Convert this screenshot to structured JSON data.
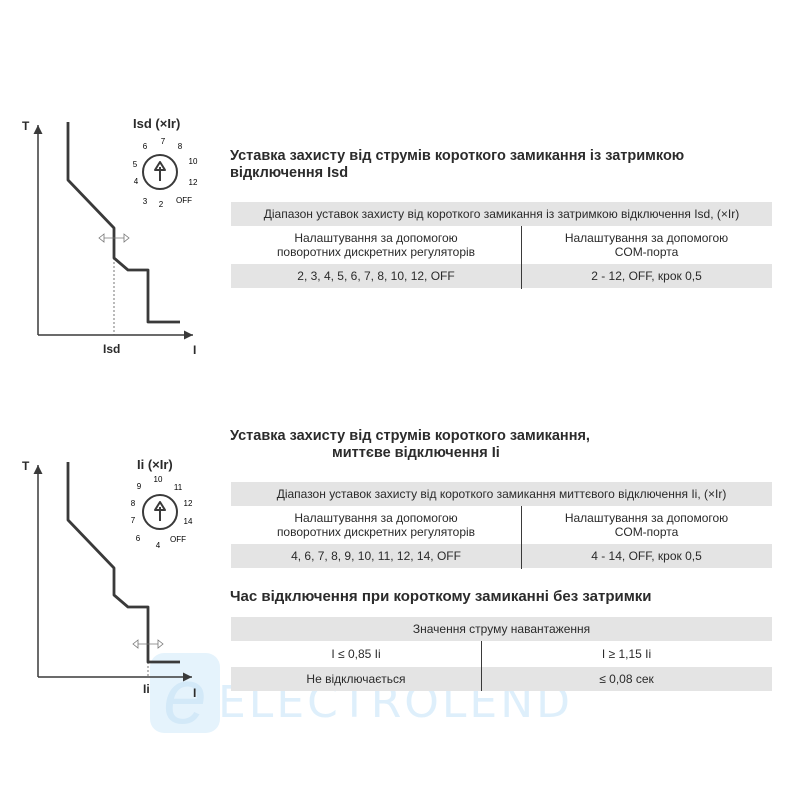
{
  "section1": {
    "title_line1": "Уставка захисту від струмів короткого замикання із затримкою",
    "title_line2": "відключення Isd",
    "dial_label": "Isd (×Ir)",
    "dial_ticks": [
      "2",
      "3",
      "4",
      "5",
      "6",
      "7",
      "8",
      "10",
      "12",
      "OFF"
    ],
    "axis_t": "T",
    "axis_i": "I",
    "x_marker": "Isd",
    "table": {
      "header": "Діапазон уставок захисту від короткого замикання із затримкою відключення Isd, (×Ir)",
      "col1_line1": "Налаштування за допомогою",
      "col1_line2": "поворотних дискретних регуляторів",
      "col2_line1": "Налаштування за допомогою",
      "col2_line2": "COM-порта",
      "val1": "2, 3, 4, 5, 6, 7, 8, 10, 12, OFF",
      "val2": "2 - 12, OFF, крок 0,5"
    }
  },
  "section2": {
    "title_line1": "Уставка захисту від струмів короткого замикання,",
    "title_line2": "миттєве відключення Ii",
    "dial_label": "Ii (×Ir)",
    "dial_ticks": [
      "4",
      "6",
      "7",
      "8",
      "9",
      "10",
      "11",
      "12",
      "14",
      "OFF"
    ],
    "axis_t": "T",
    "axis_i": "I",
    "x_marker": "Ii",
    "table": {
      "header": "Діапазон уставок захисту від короткого замикання миттєвого відключення Ii, (×Ir)",
      "col1_line1": "Налаштування за допомогою",
      "col1_line2": "поворотних дискретних регуляторів",
      "col2_line1": "Налаштування за допомогою",
      "col2_line2": "COM-порта",
      "val1": "4, 6, 7, 8, 9, 10, 11, 12, 14, OFF",
      "val2": "4 - 14, OFF, крок 0,5"
    }
  },
  "section3": {
    "title": "Час відключення при короткому замиканні без затримки",
    "table": {
      "header": "Значення струму навантаження",
      "col1": "I ≤ 0,85 Ii",
      "col2": "I ≥ 1,15 Ii",
      "val1": "Не відключається",
      "val2": "≤ 0,08 сек"
    }
  },
  "watermark": {
    "logo_letter": "e",
    "text": "ELECTROLEND"
  },
  "colors": {
    "curve": "#3a3a3a",
    "table_fill": "#e4e4e4",
    "watermark": "#dbeefb"
  }
}
